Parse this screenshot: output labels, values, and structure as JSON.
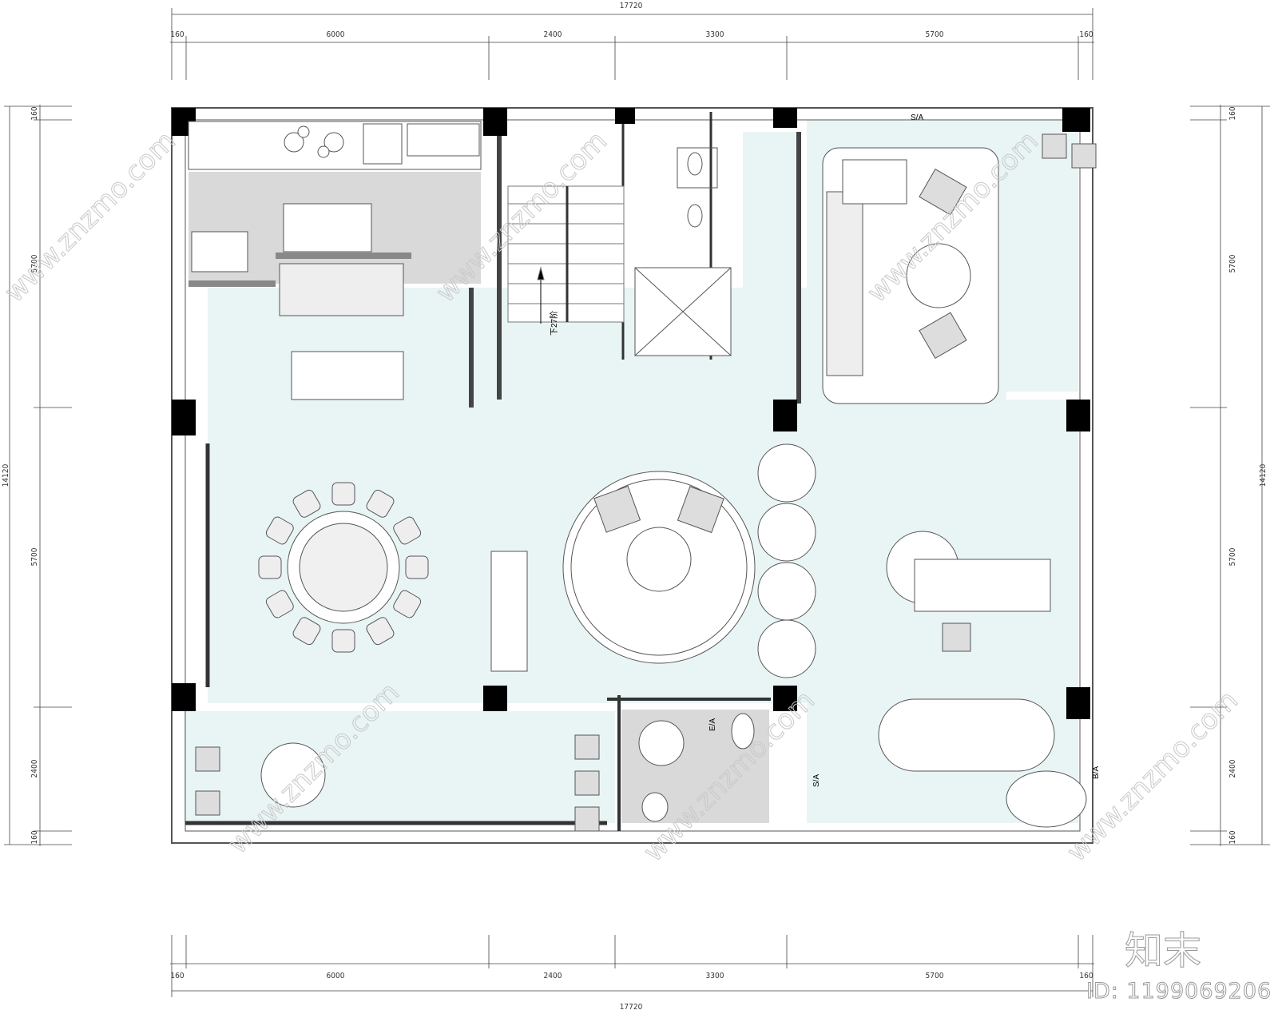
{
  "dimensions": {
    "overall_width": "17720",
    "overall_height": "14120",
    "horizontal_segments": [
      "160",
      "6000",
      "2400",
      "3300",
      "5700",
      "160"
    ],
    "vertical_segments": [
      "160",
      "5700",
      "5700",
      "2400",
      "160"
    ]
  },
  "annotations": {
    "stair_label": "下27阶",
    "sa_top": "S/A",
    "sa_bath": "S/A",
    "ea_bath": "E/A",
    "ba_right": "B/A"
  },
  "watermark": {
    "site": "www.znzmo.com",
    "brand": "知末",
    "id": "ID: 1199069206"
  },
  "colors": {
    "floor": "#e9f5f5",
    "wet_area": "#d9d9d9",
    "column": "#000000",
    "wall": "#555555"
  }
}
